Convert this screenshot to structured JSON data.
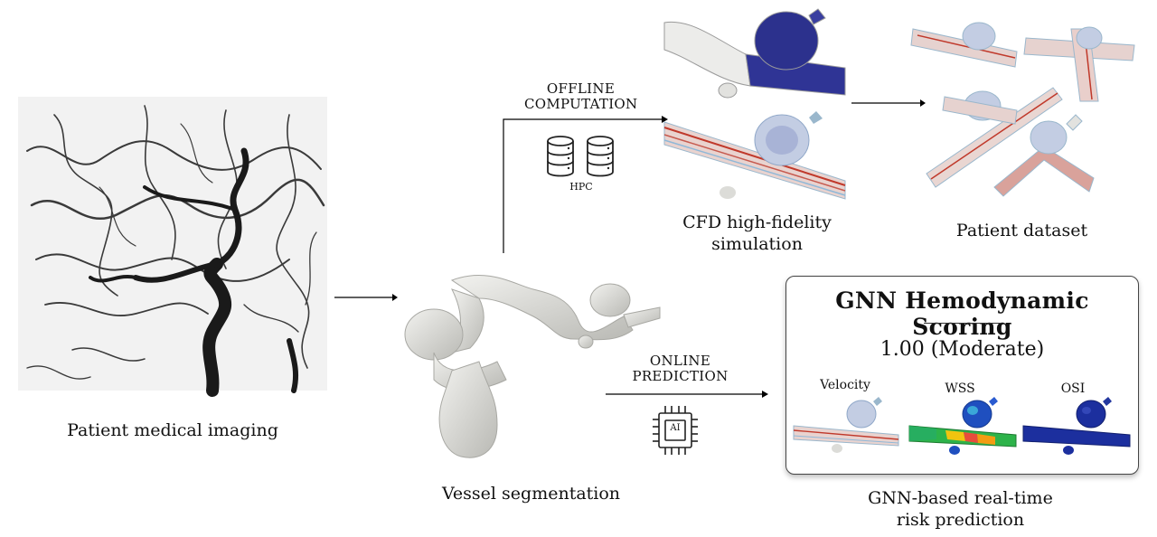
{
  "captions": {
    "patient_imaging": "Patient medical imaging",
    "vessel_segmentation": "Vessel segmentation",
    "cfd_line1": "CFD high-fidelity",
    "cfd_line2": "simulation",
    "patient_dataset": "Patient dataset",
    "gnn_line1": "GNN-based real-time",
    "gnn_line2": "risk prediction"
  },
  "offline": {
    "line1": "OFFLINE",
    "line2": "COMPUTATION",
    "icon_label": "HPC"
  },
  "online": {
    "line1": "ONLINE",
    "line2": "PREDICTION",
    "chip_label": "AI"
  },
  "gnn_panel": {
    "title": "GNN Hemodynamic Scoring",
    "score": "1.00 (Moderate)",
    "metrics": [
      "Velocity",
      "WSS",
      "OSI"
    ]
  },
  "colors": {
    "vessel_grey": "#dcdcd8",
    "mesh_blue": "#2b2f8f",
    "flow_red": "#c0392b",
    "flow_blue": "#8fb8d8",
    "wss_green": "#2db34a",
    "osi_blue": "#1c2f9e"
  }
}
